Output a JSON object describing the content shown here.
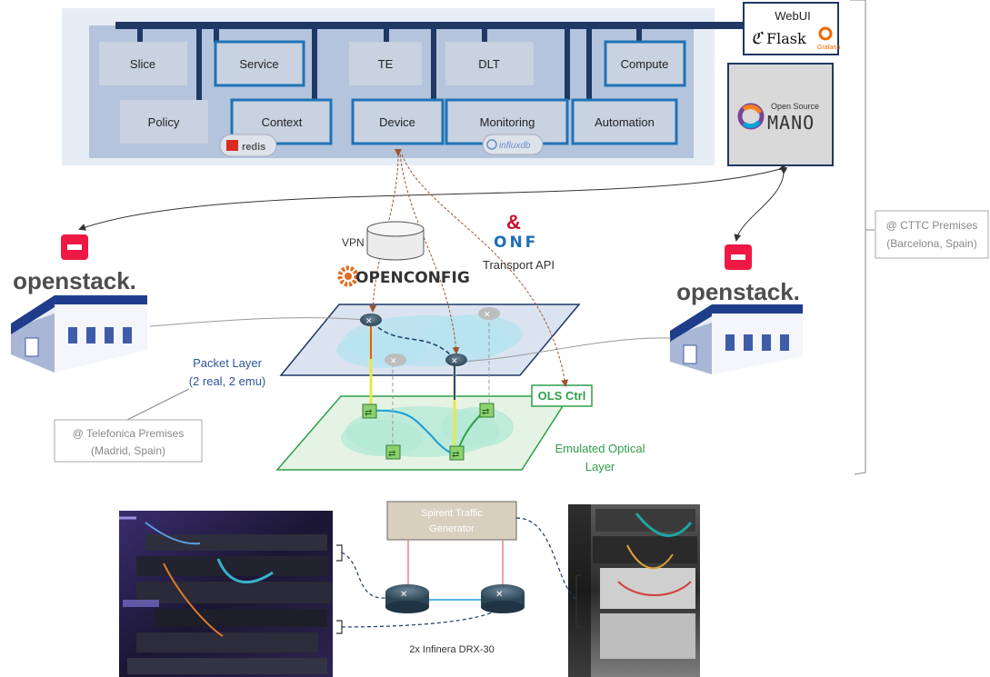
{
  "controller": {
    "modules": {
      "slice": "Slice",
      "service": "Service",
      "te": "TE",
      "dlt": "DLT",
      "compute": "Compute",
      "policy": "Policy",
      "context": "Context",
      "device": "Device",
      "monitoring": "Monitoring",
      "automation": "Automation"
    },
    "redis_label": "redis",
    "influx_label": "influxdb"
  },
  "webui": {
    "title": "WebUI",
    "flask_label": "Flask",
    "grafana_label": "Grafana"
  },
  "mano": {
    "line1": "Open Source",
    "line2": "MANO"
  },
  "premises": {
    "cttc": [
      "@ CTTC Premises",
      "(Barcelona, Spain)"
    ],
    "telefonica": [
      "@ Telefonica Premises",
      "(Madrid, Spain)"
    ]
  },
  "openstack": {
    "left": "openstack.",
    "right": "openstack."
  },
  "protocols": {
    "vpn": "VPN",
    "openconfig": "OPENCONFIG",
    "onf": "ONF",
    "transport_api": "Transport API"
  },
  "layers": {
    "packet": [
      "Packet Layer",
      "(2 real, 2 emu)"
    ],
    "optical": [
      "Emulated Optical",
      "Layer"
    ],
    "ols_ctrl": "OLS Ctrl"
  },
  "lab": {
    "traffic_gen": [
      "Spirent Traffic",
      "Generator"
    ],
    "routers_caption": "2x Infinera DRX-30"
  },
  "colors": {
    "controller_bg": "#e6edf5",
    "module_fill": "#c8d2e0",
    "module_border": "#1f73b7",
    "bus": "#1f3864",
    "packet_text": "#2f5597",
    "optical_text": "#2e9e49",
    "openstack_red": "#ed1944"
  }
}
